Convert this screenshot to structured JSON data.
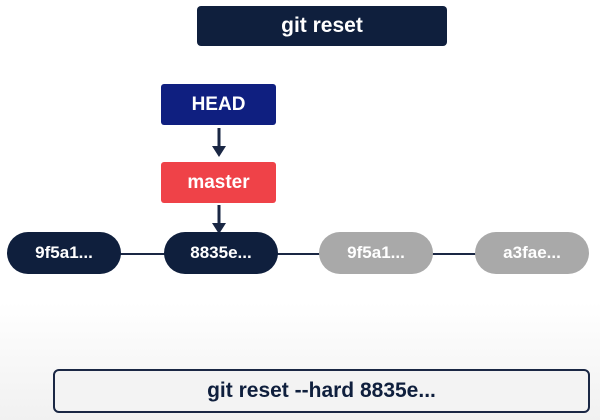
{
  "title": "git reset",
  "pointers": {
    "head_label": "HEAD",
    "branch_label": "master"
  },
  "commits": [
    {
      "label": "9f5a1...",
      "state": "active"
    },
    {
      "label": "8835e...",
      "state": "active"
    },
    {
      "label": "9f5a1...",
      "state": "faded"
    },
    {
      "label": "a3fae...",
      "state": "faded"
    }
  ],
  "command": "git reset --hard 8835e...",
  "colors": {
    "navy": "#0f1f3d",
    "head_blue": "#0f1f80",
    "branch_red": "#ef4248",
    "faded_gray": "#a9a9a9"
  },
  "icons": {
    "pointer_arrow": "arrow-down-icon"
  }
}
